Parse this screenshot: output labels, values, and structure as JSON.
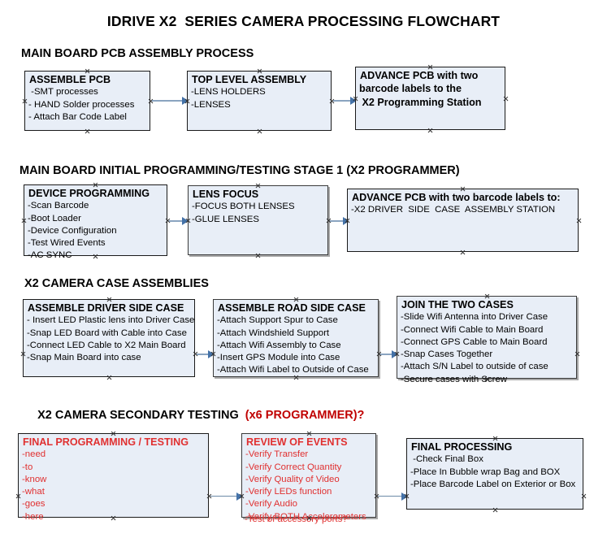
{
  "document": {
    "title": "IDRIVE X2  SERIES CAMERA PROCESSING FLOWCHART"
  },
  "sections": [
    {
      "id": "main-board-pcb-assembly",
      "heading": "MAIN BOARD PCB ASSEMBLY PROCESS",
      "heading_accent": "",
      "heading_tail": ""
    },
    {
      "id": "main-board-initial-programming",
      "heading": "MAIN BOARD INITIAL PROGRAMMING/TESTING STAGE 1 (X2 PROGRAMMER)",
      "heading_accent": "",
      "heading_tail": ""
    },
    {
      "id": "x2-camera-case-assemblies",
      "heading": "X2 CAMERA CASE ASSEMBLIES",
      "heading_accent": "",
      "heading_tail": ""
    },
    {
      "id": "x2-camera-secondary-testing",
      "heading": "X2 CAMERA SECONDARY TESTING ",
      "heading_accent": " (x6 PROGRAMMER)?",
      "heading_tail": ""
    }
  ],
  "boxes": {
    "assemble_pcb": {
      "title": "ASSEMBLE PCB",
      "lines": [
        " -SMT processes",
        "- HAND Solder processes",
        "- Attach Bar Code Label"
      ]
    },
    "top_level_assembly": {
      "title": "TOP LEVEL ASSEMBLY",
      "lines": [
        "-LENS HOLDERS",
        "-LENSES"
      ]
    },
    "advance_pcb_station": {
      "title": "ADVANCE PCB with two",
      "lines": [
        "barcode labels to the",
        " X2 Programming Station"
      ]
    },
    "device_programming": {
      "title": "DEVICE PROGRAMMING",
      "lines": [
        "-Scan Barcode",
        "-Boot Loader",
        "-Device Configuration",
        "-Test Wired Events",
        "-AC SYNC"
      ]
    },
    "lens_focus": {
      "title": "LENS FOCUS",
      "lines": [
        "-FOCUS BOTH LENSES",
        "-GLUE LENSES"
      ]
    },
    "advance_pcb_driver_side": {
      "title": "ADVANCE PCB with two barcode labels to:",
      "lines": [
        "-X2 DRIVER  SIDE  CASE  ASSEMBLY STATION"
      ]
    },
    "assemble_driver_side_case": {
      "title": "ASSEMBLE DRIVER SIDE CASE",
      "lines": [
        "- Insert LED Plastic lens into Driver Case",
        "-Snap LED Board with Cable into Case",
        "-Connect LED Cable to X2 Main Board",
        "-Snap Main Board into case"
      ]
    },
    "assemble_road_side_case": {
      "title": "ASSEMBLE ROAD SIDE CASE",
      "lines": [
        "-Attach Support Spur to Case",
        "-Attach Windshield Support",
        "-Attach Wifi Assembly to Case",
        "-Insert GPS Module into Case",
        "-Attach Wifi Label to Outside of Case"
      ]
    },
    "join_the_two_cases": {
      "title": "JOIN THE TWO CASES",
      "lines": [
        "-Slide Wifi Antenna into Driver Case",
        "-Connect Wifi Cable to Main Board",
        "-Connect GPS Cable to Main Board",
        "-Snap Cases Together",
        "-Attach S/N Label to outside of case",
        "-Secure cases with Screw"
      ]
    },
    "final_programming_testing": {
      "title": "FINAL PROGRAMMING / TESTING",
      "lines": [
        "-need",
        "-to",
        "-know",
        "-what",
        "-goes",
        "-here"
      ]
    },
    "review_of_events": {
      "title": "REVIEW OF EVENTS",
      "lines": [
        "-Verify Transfer",
        "-Verify Correct Quantity",
        "-Verify Quality of Video",
        "-Verify LEDs function",
        "-Verify Audio",
        "-Verify BOTH Accelerometers"
      ],
      "overflow_line": "-Test of accessory ports?"
    },
    "final_processing": {
      "title": "FINAL PROCESSING",
      "lines": [
        " -Check Final Box",
        "-Place In Bubble wrap Bag and BOX",
        "-Place Barcode Label on Exterior or Box"
      ]
    }
  },
  "colors": {
    "box_fill": "#e8eef7",
    "box_border": "#3a3a3a",
    "red_text": "#e03030",
    "accent_red": "#c00000",
    "connector": "#8aa4c0",
    "arrowhead": "#4472a8"
  }
}
